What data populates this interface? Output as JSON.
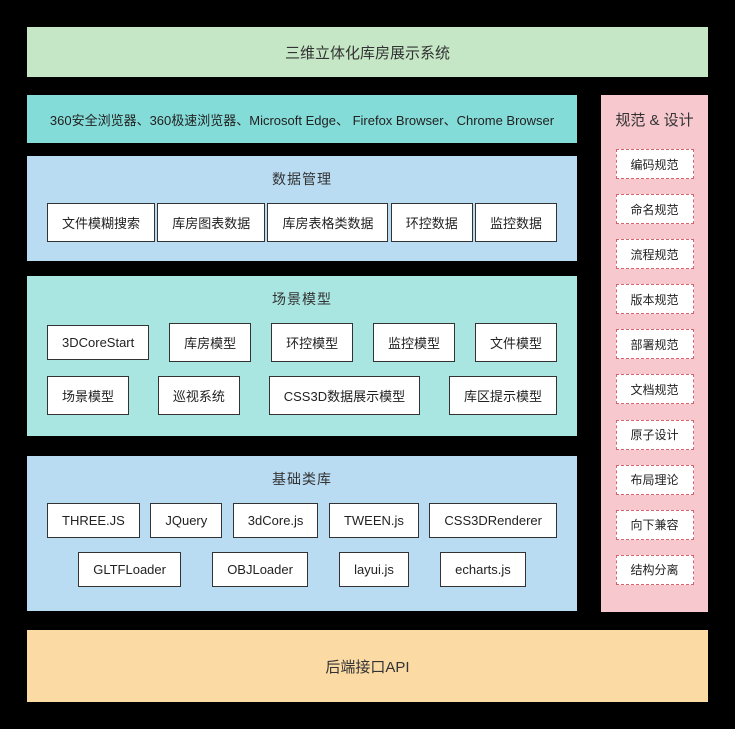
{
  "title_banner": {
    "label": "三维立体化库房展示系统"
  },
  "browser_bar": {
    "label": "360安全浏览器、360极速浏览器、Microsoft Edge、 Firefox Browser、Chrome Browser"
  },
  "data_management": {
    "title": "数据管理",
    "items": [
      "文件模糊搜索",
      "库房图表数据",
      "库房表格类数据",
      "环控数据",
      "监控数据"
    ]
  },
  "scene_model": {
    "title": "场景模型",
    "row1": [
      "3DCoreStart",
      "库房模型",
      "环控模型",
      "监控模型",
      "文件模型"
    ],
    "row2": [
      "场景模型",
      "巡视系统",
      "CSS3D数据展示模型",
      "库区提示模型"
    ]
  },
  "base_library": {
    "title": "基础类库",
    "row1": [
      "THREE.JS",
      "JQuery",
      "3dCore.js",
      "TWEEN.js",
      "CSS3DRenderer"
    ],
    "row2": [
      "GLTFLoader",
      "OBJLoader",
      "layui.js",
      "echarts.js"
    ]
  },
  "spec_design": {
    "title": "规范 & 设计",
    "items": [
      "编码规范",
      "命名规范",
      "流程规范",
      "版本规范",
      "部署规范",
      "文档规范",
      "原子设计",
      "布局理论",
      "向下兼容",
      "结构分离"
    ]
  },
  "backend_api": {
    "label": "后端接口API"
  },
  "colors": {
    "background": "#000000",
    "title_banner": "#c5e7c6",
    "browser_bar": "#84dcd8",
    "panel_blue": "#b9dcf3",
    "panel_teal": "#a9e6e1",
    "spec_panel": "#f7c8ce",
    "spec_border": "#d9626f",
    "backend_banner": "#fbdaa4"
  }
}
